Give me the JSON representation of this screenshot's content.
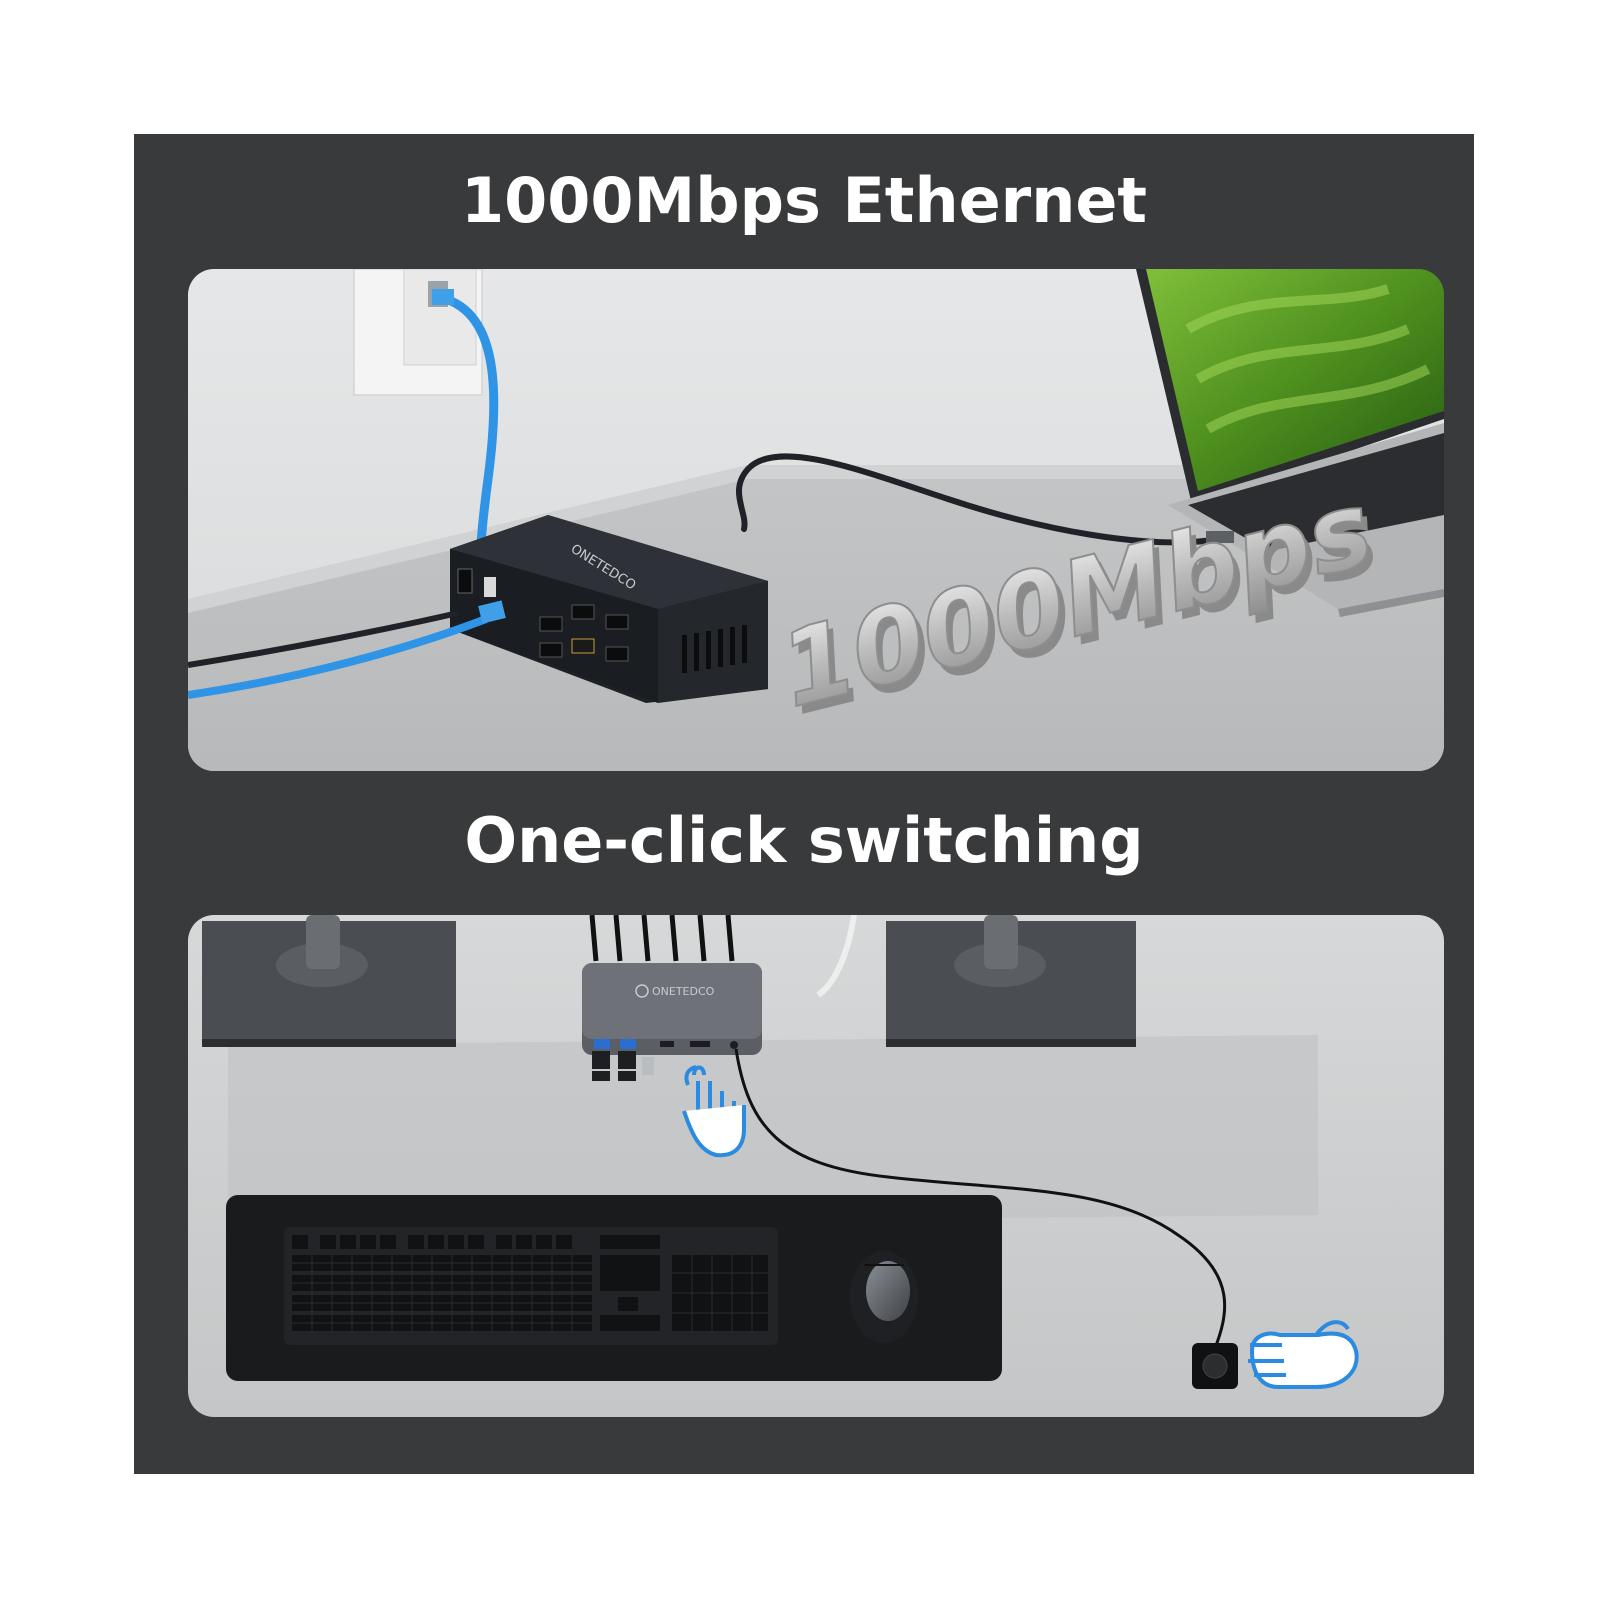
{
  "section_top": {
    "title": "1000Mbps Ethernet",
    "floor_text": "1000Mbps",
    "brand": "ONETEDCO"
  },
  "section_bottom": {
    "title": "One-click switching",
    "brand": "ONETEDCO"
  },
  "colors": {
    "frame": "#383a3c",
    "title_text": "#ffffff",
    "ethernet_cable": "#2f93e6",
    "accent_blue": "#2a8be0",
    "dock_body": "#25282d"
  }
}
